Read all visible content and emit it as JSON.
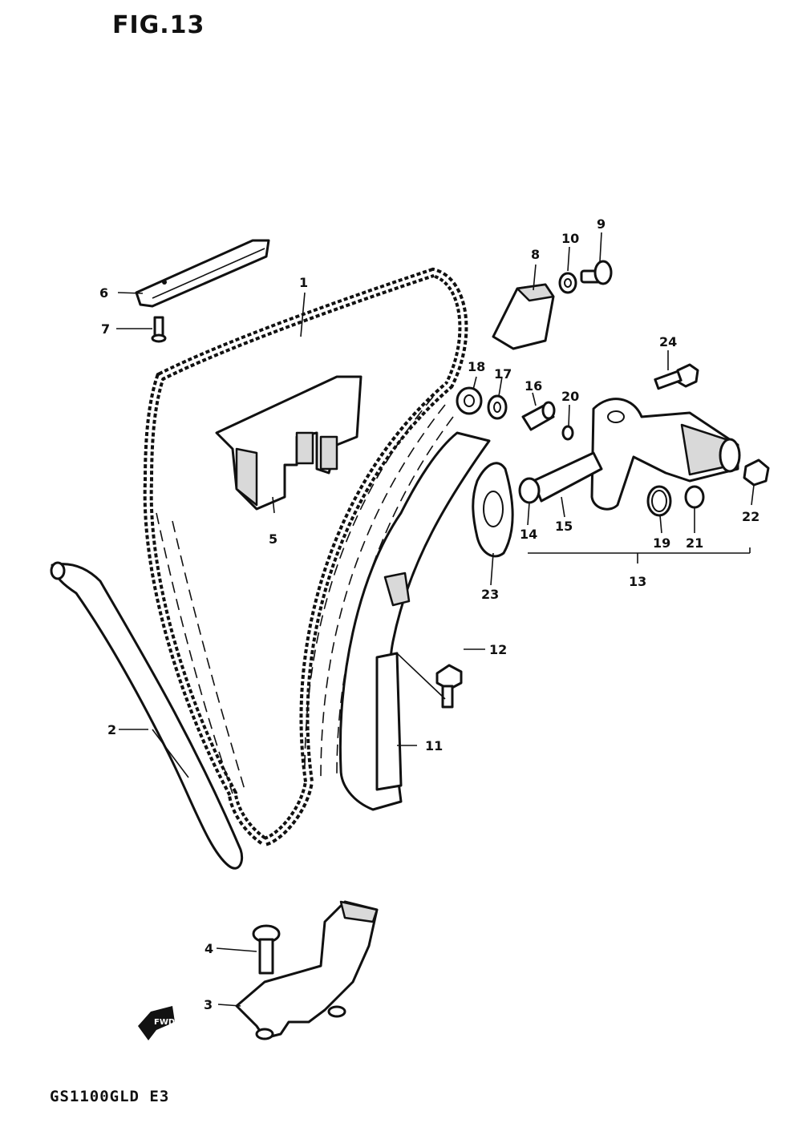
{
  "figure": {
    "title": "FIG.13",
    "model": "GS1100GLD  E3"
  },
  "callouts": {
    "c1": "1",
    "c2": "2",
    "c3": "3",
    "c4": "4",
    "c5": "5",
    "c6": "6",
    "c7": "7",
    "c8": "8",
    "c9": "9",
    "c10": "10",
    "c11": "11",
    "c12": "12",
    "c13": "13",
    "c14": "14",
    "c15": "15",
    "c16": "16",
    "c17": "17",
    "c18": "18",
    "c19": "19",
    "c20": "20",
    "c21": "21",
    "c22": "22",
    "c23": "23",
    "c24": "24"
  },
  "direction_badge": "FWD"
}
